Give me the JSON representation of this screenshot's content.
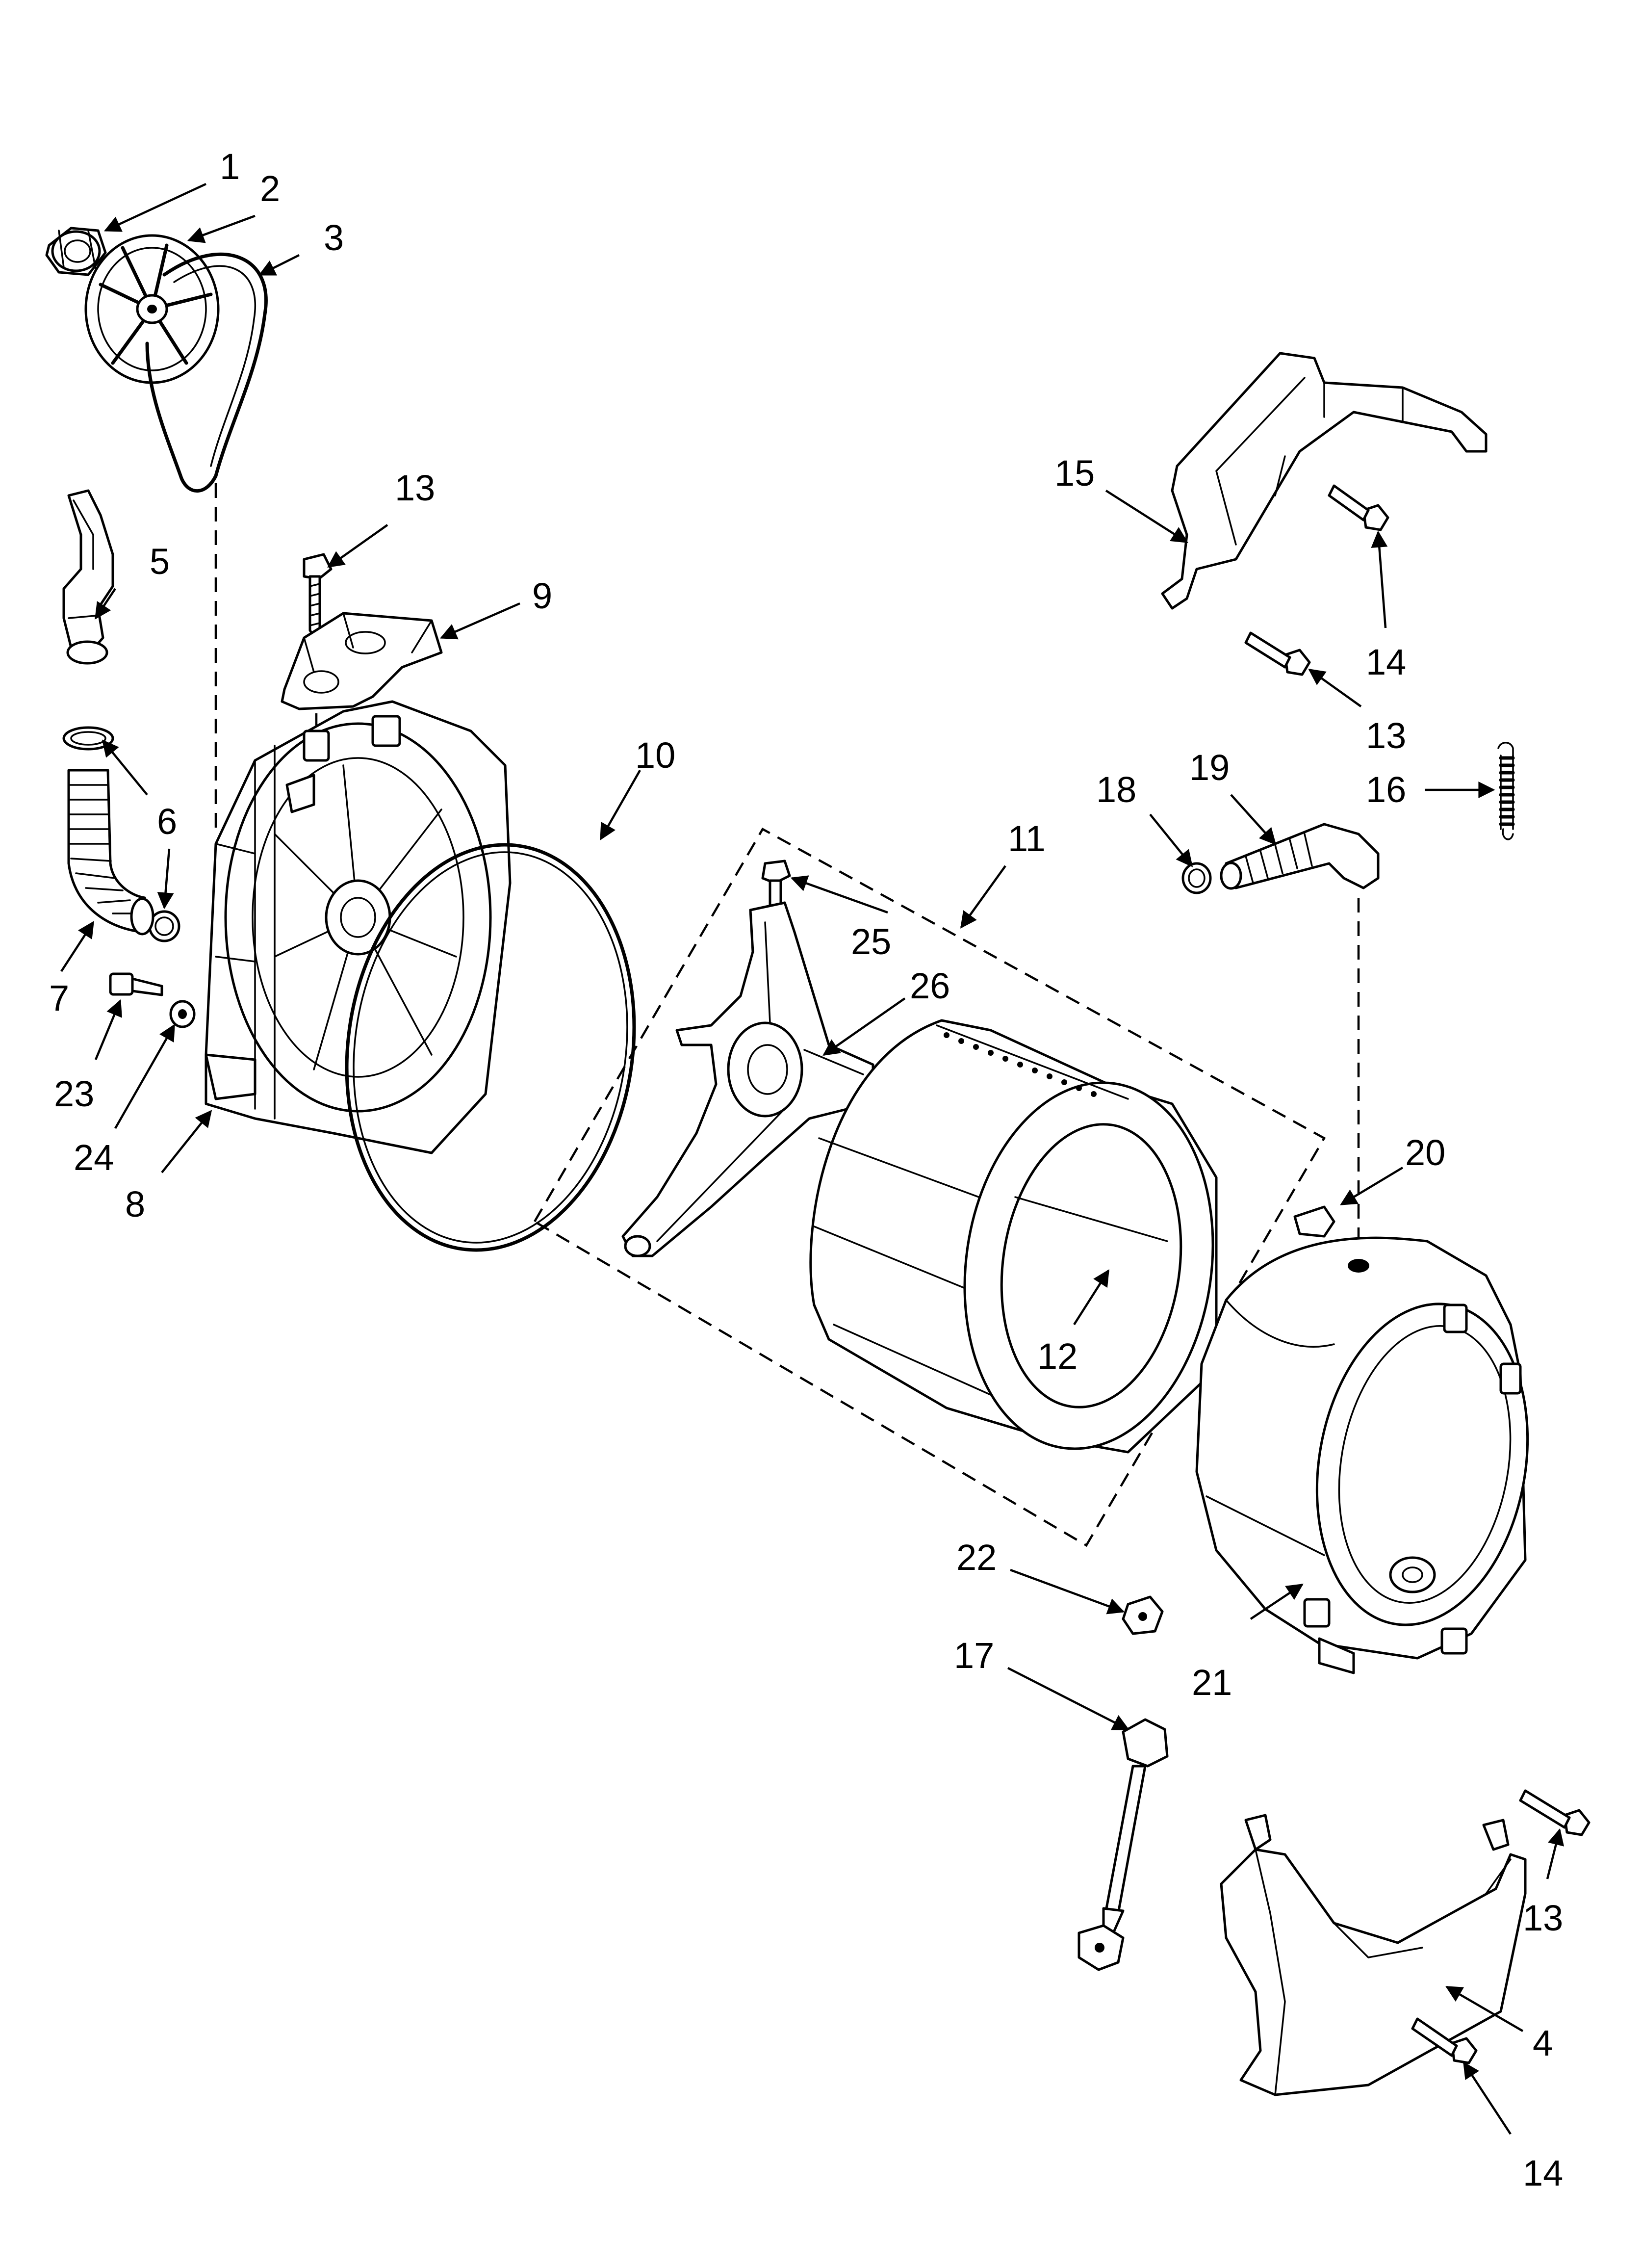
{
  "diagram": {
    "callouts": [
      {
        "id": "c1",
        "text": "1"
      },
      {
        "id": "c2",
        "text": "2"
      },
      {
        "id": "c3",
        "text": "3"
      },
      {
        "id": "c4",
        "text": "4"
      },
      {
        "id": "c5",
        "text": "5"
      },
      {
        "id": "c6",
        "text": "6"
      },
      {
        "id": "c7",
        "text": "7"
      },
      {
        "id": "c8",
        "text": "8"
      },
      {
        "id": "c9",
        "text": "9"
      },
      {
        "id": "c10",
        "text": "10"
      },
      {
        "id": "c11",
        "text": "11"
      },
      {
        "id": "c12",
        "text": "12"
      },
      {
        "id": "c13a",
        "text": "13"
      },
      {
        "id": "c13b",
        "text": "13"
      },
      {
        "id": "c13c",
        "text": "13"
      },
      {
        "id": "c14a",
        "text": "14"
      },
      {
        "id": "c14b",
        "text": "14"
      },
      {
        "id": "c15",
        "text": "15"
      },
      {
        "id": "c16",
        "text": "16"
      },
      {
        "id": "c17",
        "text": "17"
      },
      {
        "id": "c18",
        "text": "18"
      },
      {
        "id": "c19",
        "text": "19"
      },
      {
        "id": "c20",
        "text": "20"
      },
      {
        "id": "c21",
        "text": "21"
      },
      {
        "id": "c22",
        "text": "22"
      },
      {
        "id": "c23",
        "text": "23"
      },
      {
        "id": "c24",
        "text": "24"
      },
      {
        "id": "c25",
        "text": "25"
      },
      {
        "id": "c26",
        "text": "26"
      }
    ]
  }
}
